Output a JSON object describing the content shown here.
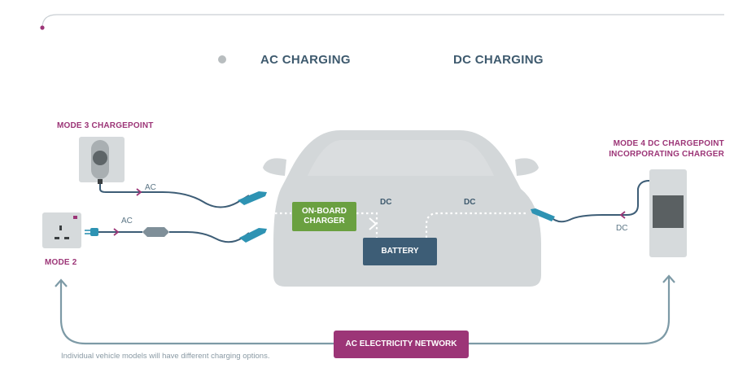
{
  "legend": {
    "ac_heading": "AC CHARGING",
    "dc_heading": "DC CHARGING"
  },
  "labels": {
    "mode3": "MODE 3 CHARGEPOINT",
    "mode2": "MODE 2",
    "mode4": "MODE 4 DC CHARGEPOINT INCORPORATING CHARGER",
    "ac_upper": "AC",
    "ac_lower": "AC",
    "dc_onboard": "DC",
    "dc_battery": "DC",
    "dc_mode4": "DC"
  },
  "boxes": {
    "onboard_charger": "ON-BOARD CHARGER",
    "battery": "BATTERY",
    "network": "AC ELECTRICITY NETWORK"
  },
  "footnote": "Individual vehicle models will have different charging options.",
  "colors": {
    "accent": "#9c3577",
    "navy": "#3e5a6e",
    "green": "#6aa040",
    "battery": "#3d5d76",
    "car": "#d3d7d9",
    "cable_teal": "#2e93b3"
  }
}
